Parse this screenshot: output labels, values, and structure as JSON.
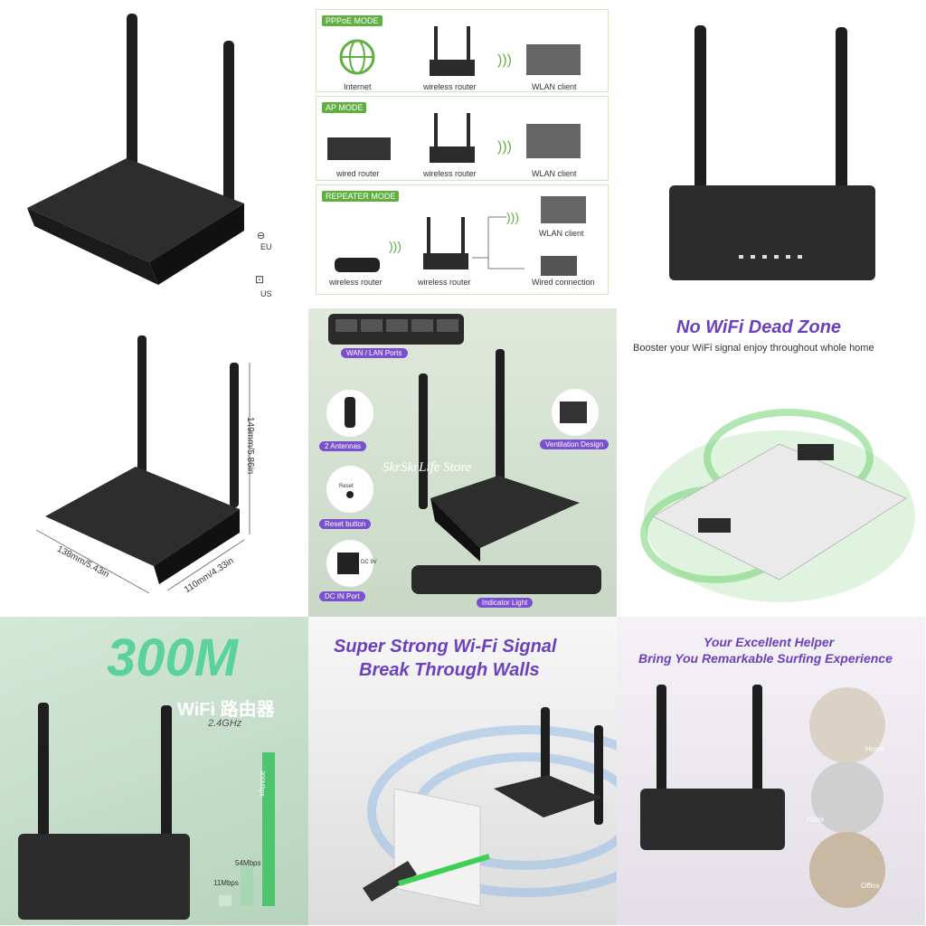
{
  "tile_modes": {
    "pppoe": {
      "title": "PPPoE MODE",
      "internet": "Internet",
      "router": "wireless router",
      "client": "WLAN client"
    },
    "ap": {
      "title": "AP MODE",
      "wired": "wired router",
      "router": "wireless router",
      "client": "WLAN client"
    },
    "repeater": {
      "title": "REPEATER MODE",
      "router1": "wireless router",
      "router2": "wireless router",
      "client": "WLAN client",
      "wired": "Wired connection"
    }
  },
  "plugs": {
    "eu": "EU",
    "us": "US"
  },
  "dimensions": {
    "height": "149mm/5.86in",
    "width": "138mm/5.43in",
    "depth": "110mm/4.33in"
  },
  "features": {
    "ports": "WAN / LAN Ports",
    "antennas": "2 Antennas",
    "reset": "Reset button",
    "reset_key": "Reset",
    "dcin": "DC IN Port",
    "dc_key": "DC 9V",
    "vent": "Ventilation Design",
    "indicator": "Indicator Light",
    "watermark": "SkrSkrLife Store"
  },
  "deadzone": {
    "title": "No WiFi Dead Zone",
    "subtitle": "Booster your WiFi signal enjoy throughout whole home"
  },
  "speed": {
    "big": "300M",
    "sub": "WiFi 路由器",
    "band": "2.4GHz",
    "bars": [
      {
        "label": "11Mbps",
        "value": 11
      },
      {
        "label": "54Mbps",
        "value": 54
      },
      {
        "label": "300Mbps",
        "value": 300
      }
    ]
  },
  "walls": {
    "line1": "Super Strong Wi-Fi Signal",
    "line2": "Break Through Walls"
  },
  "helper": {
    "line1": "Your Excellent Helper",
    "line2": "Bring You Remarkable Surfing Experience",
    "scenes": [
      "Home",
      "Hotel",
      "Office"
    ]
  },
  "colors": {
    "accent_green": "#5fb040",
    "purple": "#6b3fbf",
    "router": "#2b2b2b"
  }
}
